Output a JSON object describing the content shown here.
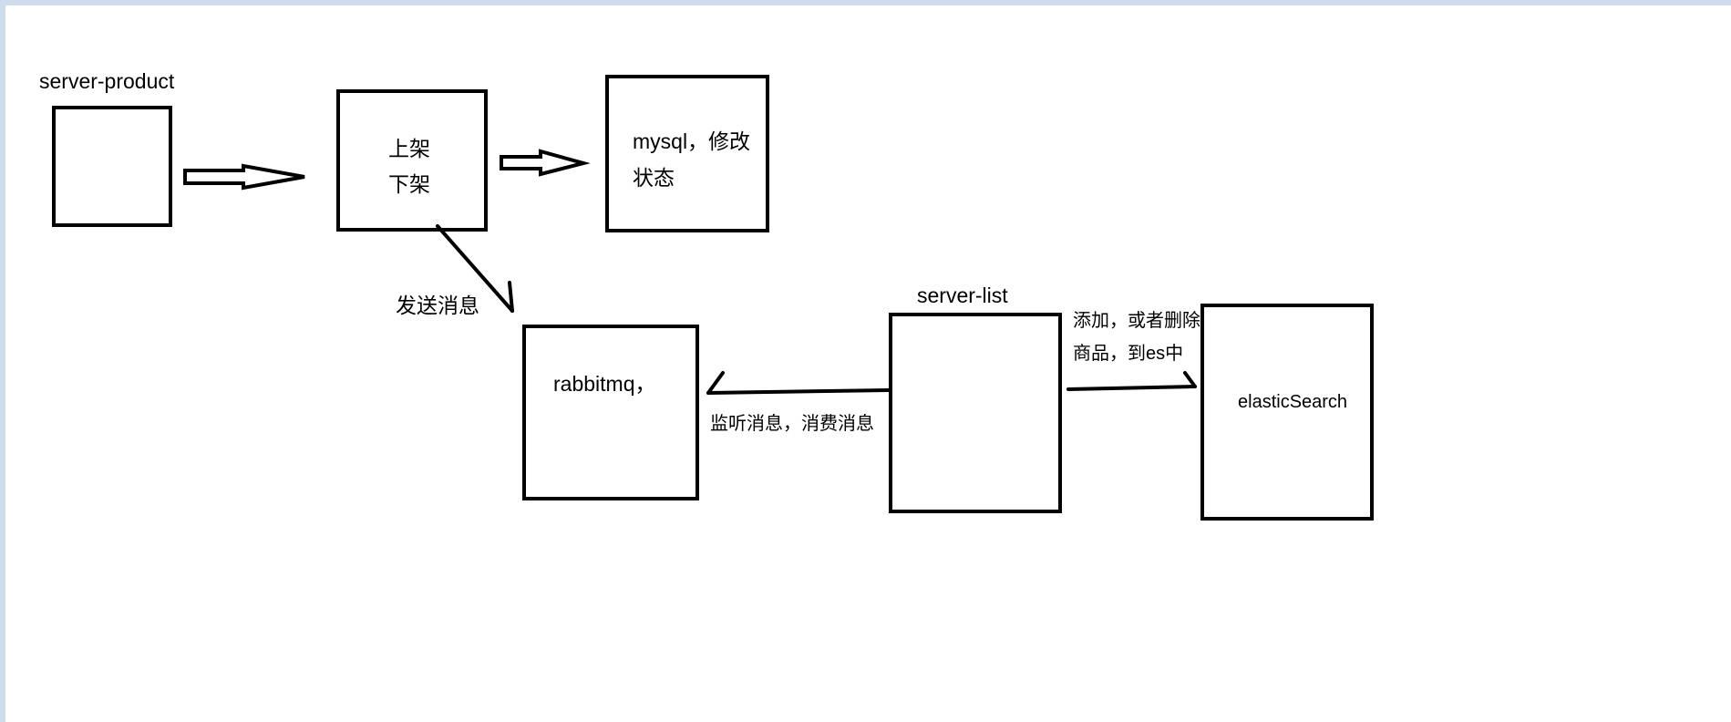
{
  "colors": {
    "ink": "#000000",
    "background": "#ffffff",
    "frame": "#cfdcec"
  },
  "labels": {
    "server_product": "server-product",
    "shelf_on": "上架",
    "shelf_off": "下架",
    "mysql_line1": "mysql，修改",
    "mysql_line2": "状态",
    "send_message": "发送消息",
    "rabbitmq": "rabbitmq，",
    "listen_consume": "监听消息，消费消息",
    "server_list": "server-list",
    "es_action_line1": "添加，或者删除",
    "es_action_line2": "商品，到es中",
    "elasticsearch": "elasticSearch"
  }
}
